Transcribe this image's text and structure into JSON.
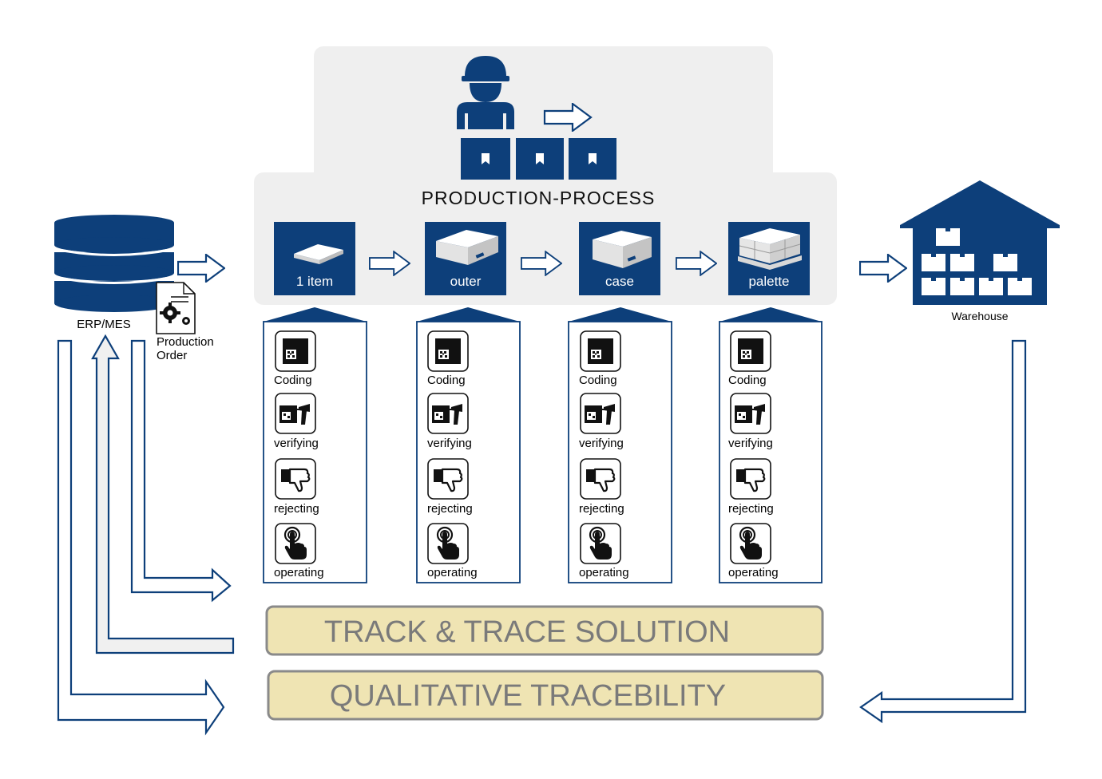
{
  "colors": {
    "navy": "#0d3f7a",
    "panel": "#efefef",
    "band_fill": "#efe4b3",
    "band_stroke": "#8a8a8a",
    "band_text": "#7a7a7a"
  },
  "title": "PRODUCTION-PROCESS",
  "erp": {
    "label": "ERP/MES",
    "order_label_line1": "Production",
    "order_label_line2": "Order"
  },
  "warehouse": {
    "label": "Warehouse"
  },
  "stages": [
    {
      "label": "1 item",
      "icon": "single-item-icon"
    },
    {
      "label": "outer",
      "icon": "outer-box-icon"
    },
    {
      "label": "case",
      "icon": "case-box-icon"
    },
    {
      "label": "palette",
      "icon": "pallet-icon"
    }
  ],
  "operations": [
    {
      "label": "Coding",
      "icon": "datamatrix-code-icon"
    },
    {
      "label": "verifying",
      "icon": "scanner-verify-icon"
    },
    {
      "label": "rejecting",
      "icon": "thumbs-down-icon"
    },
    {
      "label": "operating",
      "icon": "touch-hand-icon"
    }
  ],
  "bands": {
    "track_trace": "TRACK & TRACE SOLUTION",
    "qualitative": "QUALITATIVE TRACEBILITY"
  }
}
